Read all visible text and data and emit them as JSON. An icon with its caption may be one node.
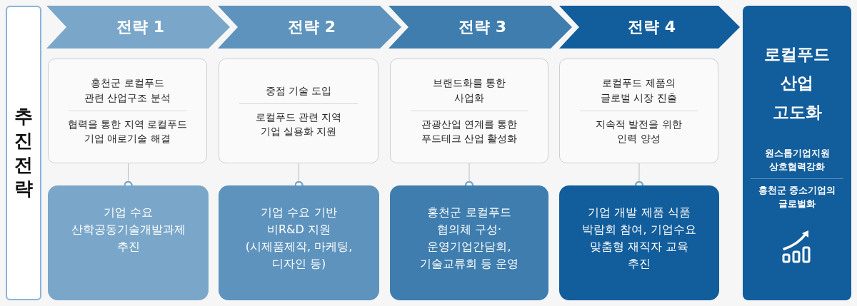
{
  "diagram": {
    "nodes": [
      {
        "text": [
          "추진전략"
        ]
      },
      {
        "text": [
          "전략 1"
        ]
      },
      {
        "text": [
          "전략 2"
        ]
      },
      {
        "text": [
          "전략 3"
        ]
      },
      {
        "text": [
          "전략 4"
        ]
      },
      {
        "text": [
          "홍천군 로컬푸드 관련 산업구조 분석",
          "협력을 통한 지역 로컬푸드 기업 애로기술 해결"
        ]
      },
      {
        "text": [
          "중점 기술 도입",
          "로컬푸드 관련 지역 기업 실용화 지원"
        ]
      },
      {
        "text": [
          "브랜드화를 통한 사업화",
          "관광산업 연계를 통한 푸드테크 산업 활성화"
        ]
      },
      {
        "text": [
          "로컬푸드 제품의 글로벌 시장 진출",
          "지속적 발전을 위한 인력 양성"
        ]
      },
      {
        "text": [
          "기업 수요 산학공동기술개발과제 추진"
        ]
      },
      {
        "text": [
          "기업 수요 기반 비R&D 지원 (시제품제작, 마케팅, 디자인 등)"
        ]
      },
      {
        "text": [
          "홍천군 로컬푸드 협의체 구성· 운영기업간담회, 기술교류회 등 운영"
        ]
      },
      {
        "text": [
          "기업 개발 제품 식품 박람회 참여, 기업수요 맞춤형 재직자 교육 추진"
        ]
      },
      {
        "text": [
          "로컬푸드 산업 고도화",
          "원스톱기업지원 상호협력강화",
          "홍천군 중소기업의 글로벌화"
        ]
      }
    ],
    "edges": [
      {
        "from": 5,
        "to": 9,
        "arrow": "other"
      },
      {
        "from": 6,
        "to": 10,
        "arrow": "other"
      },
      {
        "from": 7,
        "to": 11,
        "arrow": "other"
      },
      {
        "from": 8,
        "to": 12,
        "arrow": "other"
      }
    ]
  }
}
